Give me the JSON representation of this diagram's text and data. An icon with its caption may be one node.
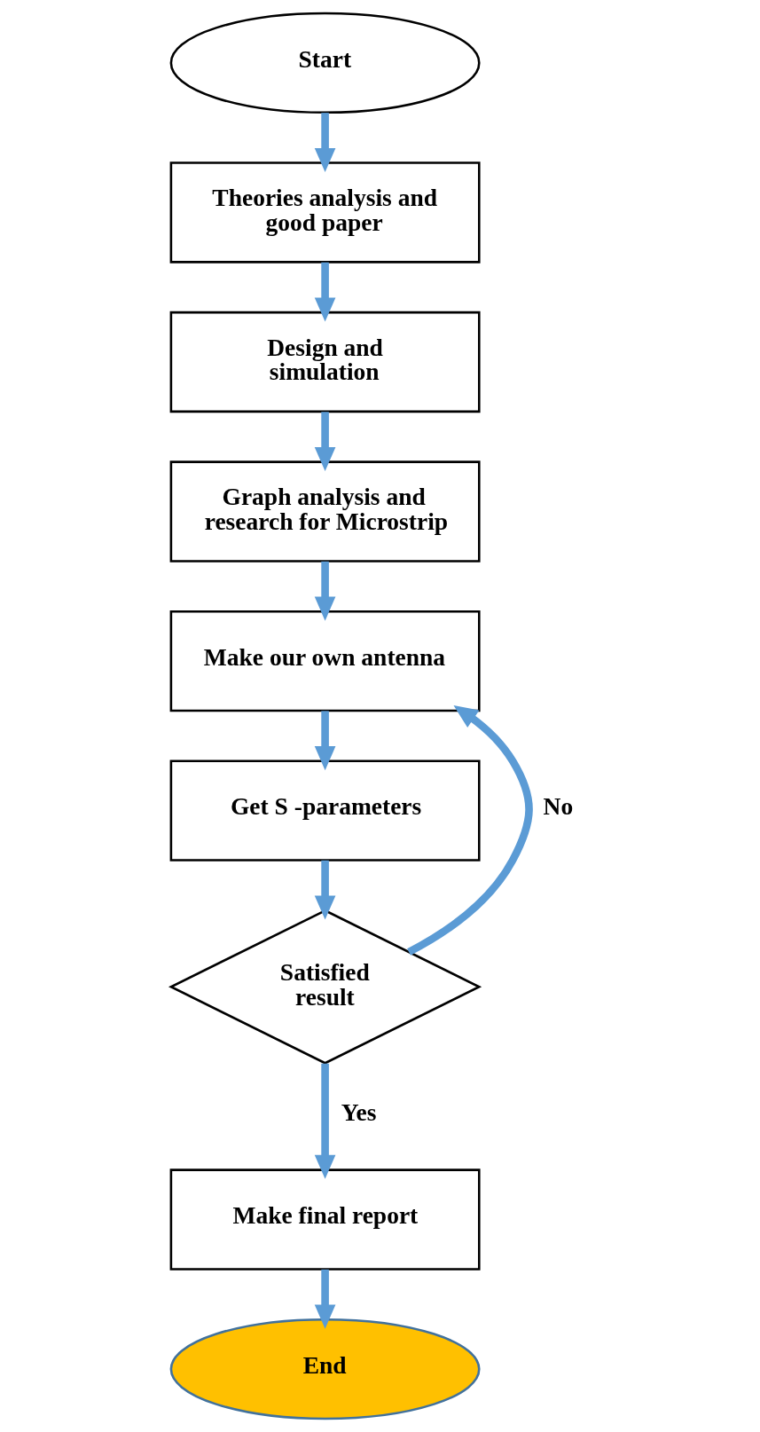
{
  "diagram": {
    "nodes": [
      {
        "text": [
          "Start"
        ]
      },
      {
        "text": [
          "Theories analysis and good paper"
        ]
      },
      {
        "text": [
          "Design and simulation"
        ]
      },
      {
        "text": [
          "Graph analysis and research for Microstrip"
        ]
      },
      {
        "text": [
          "Make our own antenna"
        ]
      },
      {
        "text": [
          "Get S -parameters"
        ]
      },
      {
        "text": [
          "Satisfied result"
        ]
      },
      {
        "text": [
          "Make final report"
        ]
      },
      {
        "text": [
          "End"
        ]
      }
    ],
    "edges": [
      {
        "from": 0,
        "to": 1,
        "arrow": "to"
      },
      {
        "from": 1,
        "to": 2,
        "arrow": "to"
      },
      {
        "from": 2,
        "to": 3,
        "arrow": "to"
      },
      {
        "from": 3,
        "to": 4,
        "arrow": "to"
      },
      {
        "from": 4,
        "to": 5,
        "arrow": "to"
      },
      {
        "from": 5,
        "to": 6,
        "arrow": "to"
      },
      {
        "from": 6,
        "to": 4,
        "arrow": "to",
        "label": "No"
      },
      {
        "from": 6,
        "to": 7,
        "arrow": "to",
        "label": "Yes"
      },
      {
        "from": 7,
        "to": 8,
        "arrow": "to"
      }
    ]
  }
}
